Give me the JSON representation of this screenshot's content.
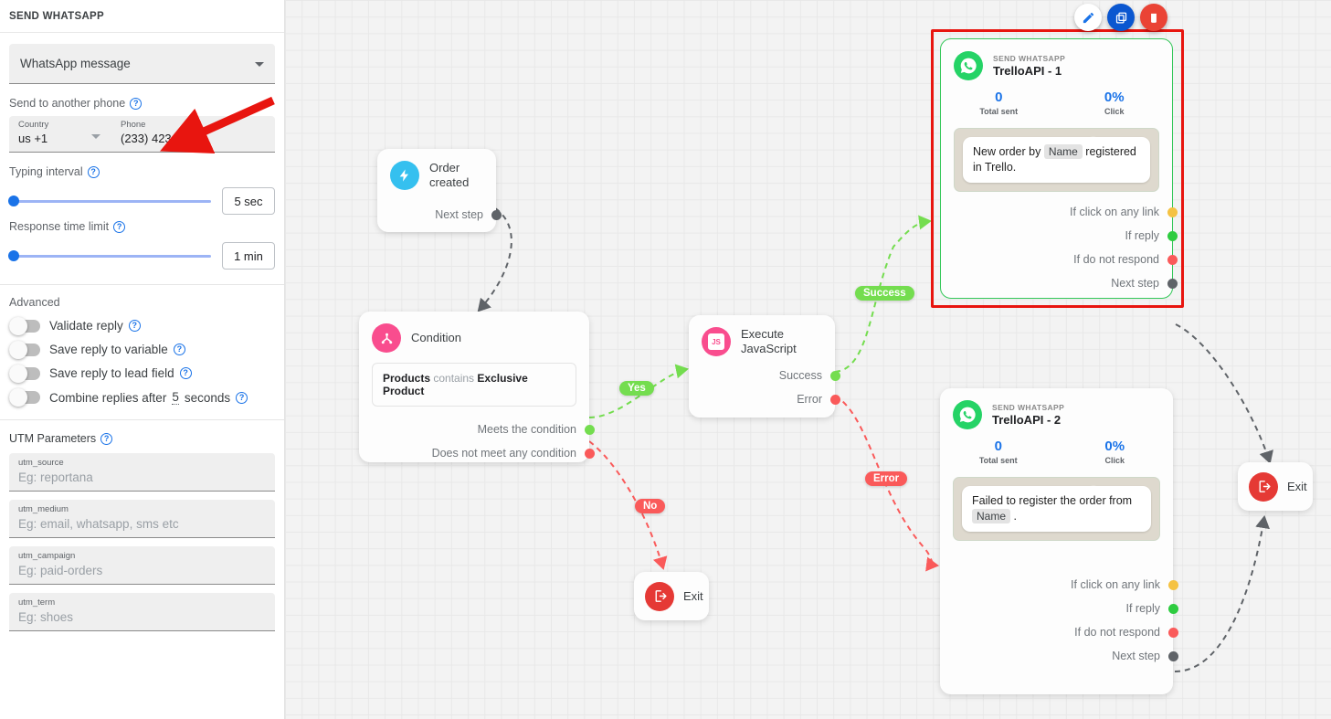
{
  "panel": {
    "header_title": "SEND WHATSAPP",
    "message_type": {
      "value": "WhatsApp message",
      "caret": "chevron-down-icon"
    },
    "send_to_another_phone": {
      "label": "Send to another phone",
      "help": "?"
    },
    "country": {
      "label": "Country",
      "value": "us +1"
    },
    "phone": {
      "label": "Phone",
      "value": "(233) 423-5346"
    },
    "typing_interval": {
      "label": "Typing interval",
      "value": "5 sec",
      "help": "?"
    },
    "response_time_limit": {
      "label": "Response time limit",
      "value": "1 min",
      "help": "?"
    },
    "advanced": {
      "title": "Advanced"
    },
    "toggles": [
      {
        "label": "Validate reply",
        "help": "?",
        "on": false
      },
      {
        "label": "Save reply to variable",
        "help": "?",
        "on": false
      },
      {
        "label": "Save reply to lead field",
        "help": "?",
        "on": false
      },
      {
        "label": "Combine replies after 5 seconds",
        "help": "?",
        "on": false
      }
    ],
    "combine_prefix": "Combine replies after ",
    "combine_number": "5",
    "combine_suffix": " seconds",
    "utm": {
      "title": "UTM Parameters",
      "help": "?",
      "fields": [
        {
          "key": "utm_source",
          "placeholder": "Eg: reportana"
        },
        {
          "key": "utm_medium",
          "placeholder": "Eg: email, whatsapp, sms etc"
        },
        {
          "key": "utm_campaign",
          "placeholder": "Eg: paid-orders"
        },
        {
          "key": "utm_term",
          "placeholder": "Eg: shoes"
        }
      ]
    }
  },
  "toolbar": {
    "edit_label": "edit-icon",
    "duplicate_label": "duplicate-icon",
    "delete_label": "trash-icon"
  },
  "canvas": {
    "nodes": {
      "trigger": {
        "title": "Order created",
        "port": "Next step",
        "icon": "bolt-icon"
      },
      "condition": {
        "title": "Condition",
        "icon": "condition-icon",
        "expr_field": "Products",
        "expr_op": "contains",
        "expr_value": "Exclusive Product",
        "ports": [
          "Meets the condition",
          "Does not meet any condition"
        ]
      },
      "js": {
        "title": "Execute JavaScript",
        "icon": "js-icon",
        "ports": [
          "Success",
          "Error"
        ]
      },
      "wa1": {
        "kicker": "SEND WHATSAPP",
        "title": "TrelloAPI - 1",
        "icon": "whatsapp-icon",
        "total_sent_value": "0",
        "total_sent_label": "Total sent",
        "click_value": "0%",
        "click_label": "Click",
        "message_prefix": "New order by ",
        "message_chip": "Name",
        "message_suffix": " registered in Trello.",
        "ports": [
          "If click on any link",
          "If reply",
          "If do not respond",
          "Next step"
        ]
      },
      "wa2": {
        "kicker": "SEND WHATSAPP",
        "title": "TrelloAPI - 2",
        "icon": "whatsapp-icon",
        "total_sent_value": "0",
        "total_sent_label": "Total sent",
        "click_value": "0%",
        "click_label": "Click",
        "message_prefix": "Failed to register the order from ",
        "message_chip": "Name",
        "message_suffix": " .",
        "ports": [
          "If click on any link",
          "If reply",
          "If do not respond",
          "Next step"
        ]
      },
      "exit1": {
        "title": "Exit",
        "icon": "exit-icon"
      },
      "exit2": {
        "title": "Exit",
        "icon": "exit-icon"
      }
    },
    "edge_labels": {
      "yes": "Yes",
      "no": "No",
      "success": "Success",
      "error": "Error"
    }
  },
  "colors": {
    "accent_blue": "#1a73e8",
    "selection_red": "#e8150f",
    "node_green": "#34c759",
    "whatsapp_green": "#25d366",
    "edge_green": "#74dd4f",
    "edge_red": "#fa5a5a",
    "port_yellow": "#f5c242",
    "port_gray": "#5f6368",
    "pink": "#ef3f7d"
  }
}
